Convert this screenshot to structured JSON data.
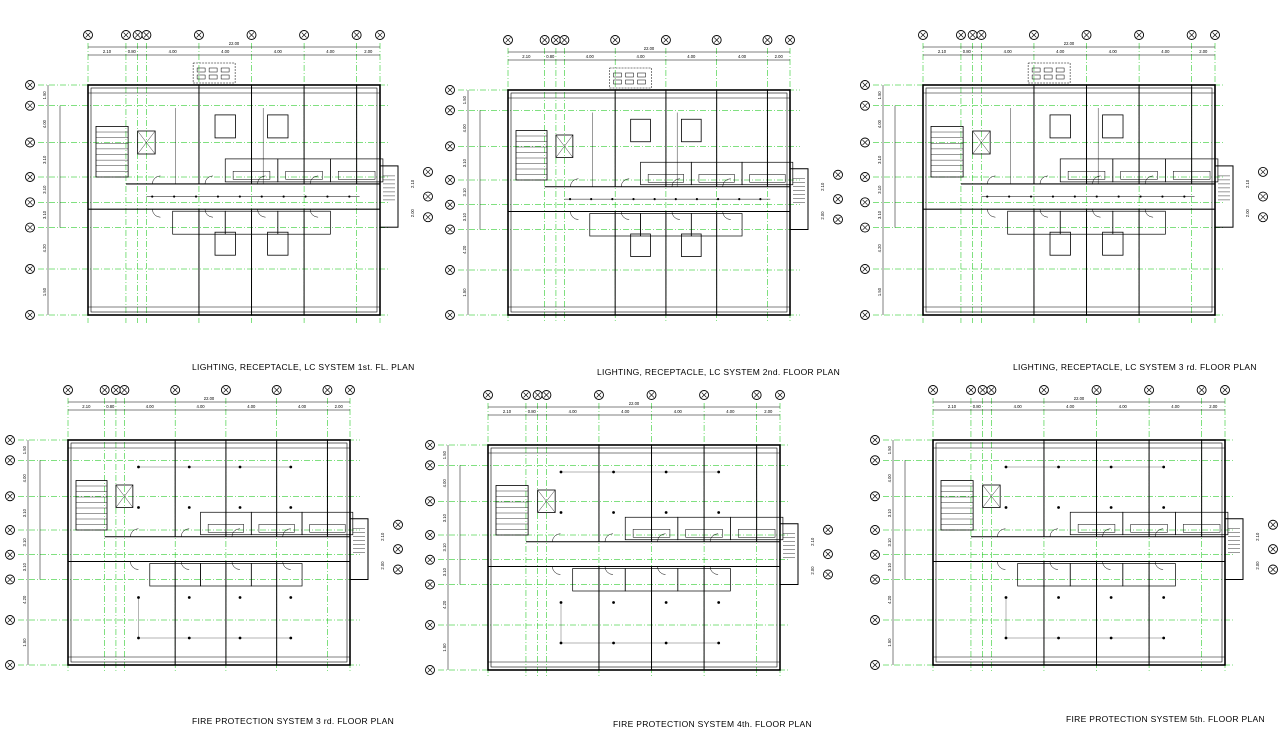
{
  "drawing": {
    "plans": [
      {
        "title": "LIGHTING, RECEPTACLE, LC SYSTEM 1st. FL. PLAN",
        "system": "lighting"
      },
      {
        "title": "LIGHTING, RECEPTACLE, LC SYSTEM 2nd. FLOOR PLAN",
        "system": "lighting"
      },
      {
        "title": "LIGHTING, RECEPTACLE, LC SYSTEM 3 rd. FLOOR PLAN",
        "system": "lighting"
      },
      {
        "title": "FIRE PROTECTION SYSTEM 3 rd. FLOOR PLAN",
        "system": "fire"
      },
      {
        "title": "FIRE PROTECTION SYSTEM 4th. FLOOR PLAN",
        "system": "fire"
      },
      {
        "title": "FIRE PROTECTION SYSTEM 5th. FLOOR PLAN",
        "system": "fire"
      }
    ],
    "total_width_dim": "22.00",
    "top_dims": [
      "2.10",
      "0.80",
      "4.00",
      "4.00",
      "4.00",
      "4.00",
      "2.00"
    ],
    "left_dims": [
      "1.50",
      "4.00",
      "3.10",
      "3.10",
      "3.10",
      "4.20",
      "1.50"
    ],
    "right_dims": [
      "2.10",
      "2.00"
    ],
    "colors": {
      "line": "#000000",
      "grid": "#00c000"
    }
  }
}
